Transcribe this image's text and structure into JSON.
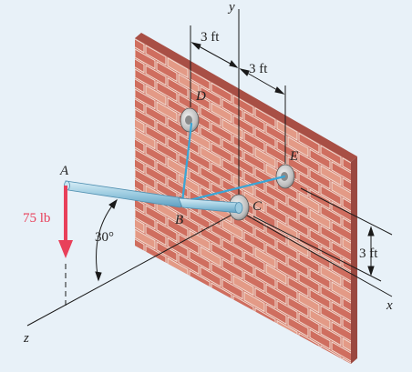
{
  "labels": {
    "point_a": "A",
    "point_b": "B",
    "point_c": "C",
    "point_d": "D",
    "point_e": "E",
    "axis_x": "x",
    "axis_y": "y",
    "axis_z": "z",
    "dim_top_left": "3 ft",
    "dim_top_right": "3 ft",
    "dim_right": "3 ft",
    "force": "75 lb",
    "angle": "30°"
  },
  "colors": {
    "background": "#e8f1f8",
    "brick": "#cf6e5f",
    "brick_light": "#e39a86",
    "mortar": "#f2ddd3",
    "wall_top": "#a84f45",
    "pipe": "#9ccbe0",
    "pipe_edge": "#4f8fb0",
    "cable": "#3aa6d6",
    "force_arrow": "#e8405a",
    "line": "#1a1a1a"
  },
  "icons": {
    "force_arrow": "down-arrow",
    "dimension_arrows": "double-arrow"
  }
}
